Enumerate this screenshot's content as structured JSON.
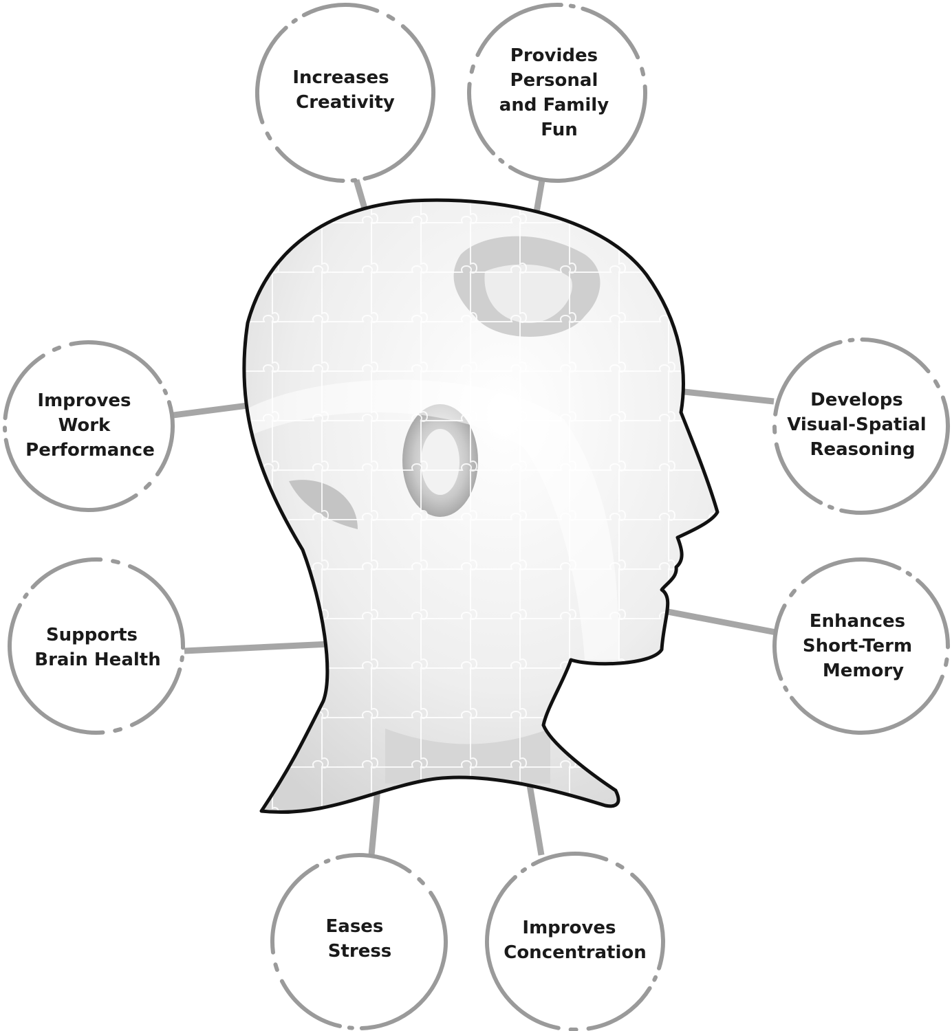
{
  "colors": {
    "circle_stroke": "#9a9a9a",
    "connector": "#a6a6a6",
    "head_outline": "#111111",
    "head_fill": "#f1f1f1",
    "puzzle_lines": "#ffffff",
    "text": "#1a1a1a"
  },
  "icons": {
    "head": "head-silhouette-icon",
    "puzzle": "puzzle-pattern-icon"
  },
  "benefits": {
    "creativity": {
      "lines": [
        "Increases",
        "Creativity"
      ]
    },
    "fun": {
      "lines": [
        "Provides",
        "Personal",
        "and Family",
        "Fun"
      ]
    },
    "work": {
      "lines": [
        "Improves",
        "Work",
        "Performance"
      ]
    },
    "visual": {
      "lines": [
        "Develops",
        "Visual-Spatial",
        "Reasoning"
      ]
    },
    "brain": {
      "lines": [
        "Supports",
        "Brain Health"
      ]
    },
    "memory": {
      "lines": [
        "Enhances",
        "Short-Term",
        "Memory"
      ]
    },
    "stress": {
      "lines": [
        "Eases",
        "Stress"
      ]
    },
    "concentration": {
      "lines": [
        "Improves",
        "Concentration"
      ]
    }
  }
}
